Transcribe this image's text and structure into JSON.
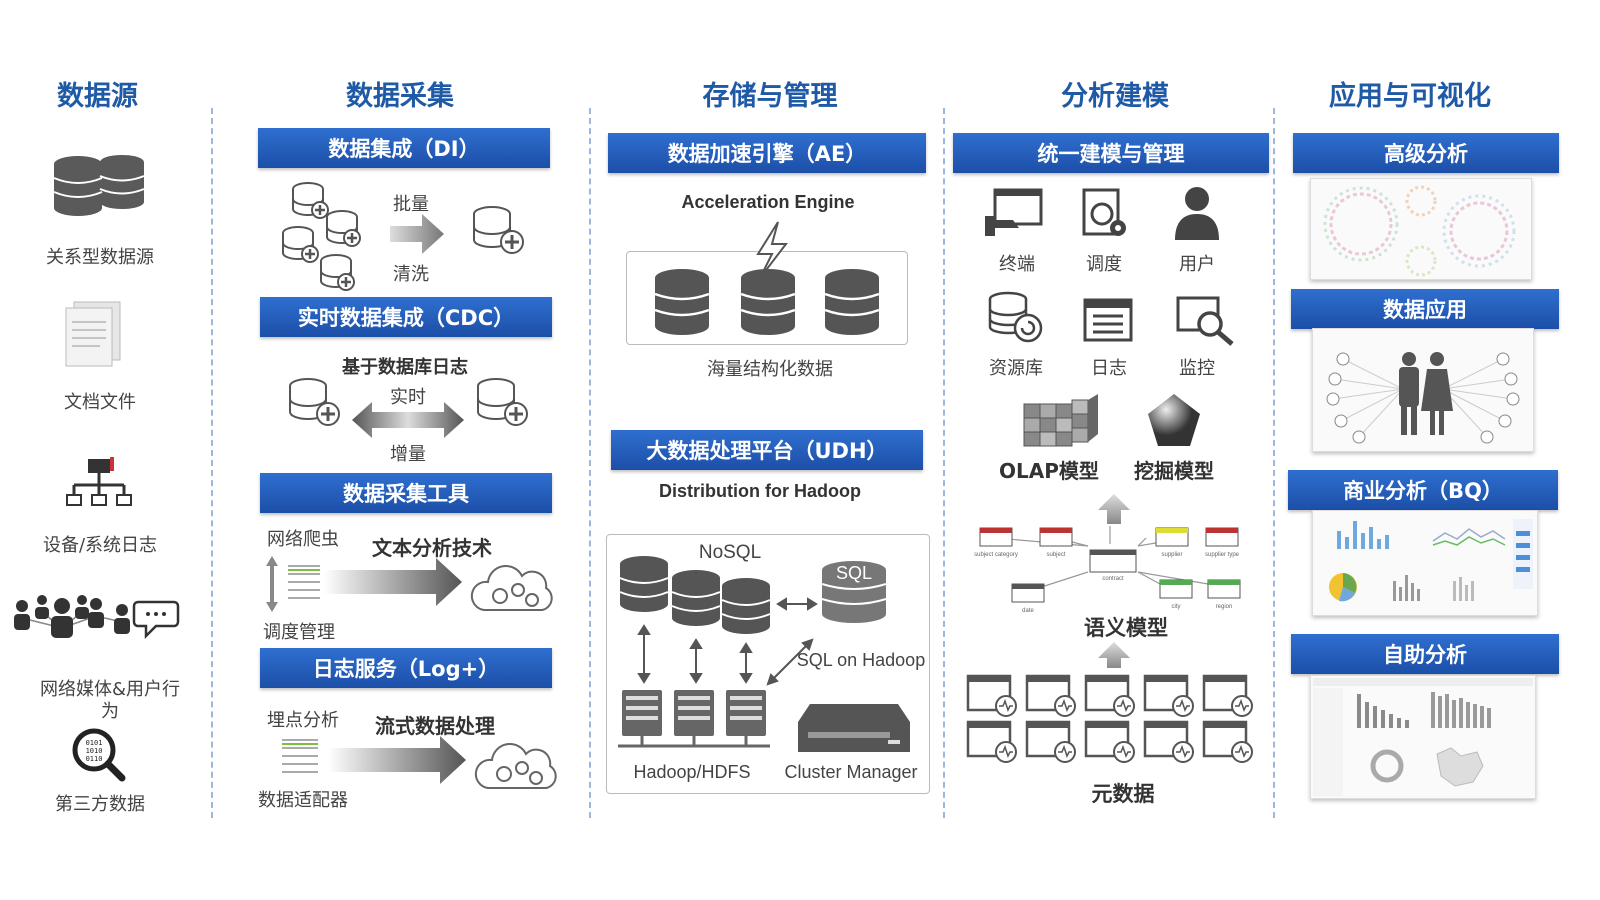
{
  "columns": {
    "sources": "数据源",
    "collection": "数据采集",
    "storage": "存储与管理",
    "analysis": "分析建模",
    "application": "应用与可视化"
  },
  "sources": {
    "relational": "关系型数据源",
    "documents": "文档文件",
    "device_logs": "设备/系统日志",
    "social_line1": "网络媒体&用户行",
    "social_line2": "为",
    "third_party": "第三方数据"
  },
  "collection": {
    "di": {
      "title": "数据集成（DI）",
      "batch": "批量",
      "clean": "清洗"
    },
    "cdc": {
      "title": "实时数据集成（CDC）",
      "subtitle": "基于数据库日志",
      "realtime": "实时",
      "incremental": "增量"
    },
    "tools": {
      "title": "数据采集工具",
      "crawler": "网络爬虫",
      "text_analysis": "文本分析技术",
      "scheduling": "调度管理"
    },
    "log": {
      "title": "日志服务（Log+）",
      "tracking": "埋点分析",
      "stream": "流式数据处理",
      "adapter": "数据适配器"
    }
  },
  "storage": {
    "ae": {
      "title": "数据加速引擎（AE）",
      "subtitle": "Acceleration Engine",
      "caption": "海量结构化数据"
    },
    "udh": {
      "title": "大数据处理平台（UDH）",
      "subtitle": "Distribution for Hadoop",
      "nosql": "NoSQL",
      "sql": "SQL",
      "sql_on_hadoop": "SQL on Hadoop",
      "hdfs": "Hadoop/HDFS",
      "cluster": "Cluster Manager"
    }
  },
  "analysis": {
    "title": "统一建模与管理",
    "icons": [
      "终端",
      "调度",
      "用户",
      "资源库",
      "日志",
      "监控"
    ],
    "olap": "OLAP模型",
    "mining": "挖掘模型",
    "semantic": "语义模型",
    "metadata": "元数据",
    "entities": [
      "subject category",
      "subject",
      "contract",
      "supplier",
      "supplier type",
      "date",
      "city",
      "region"
    ]
  },
  "application": {
    "advanced": "高级分析",
    "data_app": "数据应用",
    "bq": "商业分析（BQ）",
    "self_service": "自助分析"
  },
  "colors": {
    "accent": "#1f5aa6",
    "bar": "#2a62c4",
    "icon": "#555555"
  }
}
